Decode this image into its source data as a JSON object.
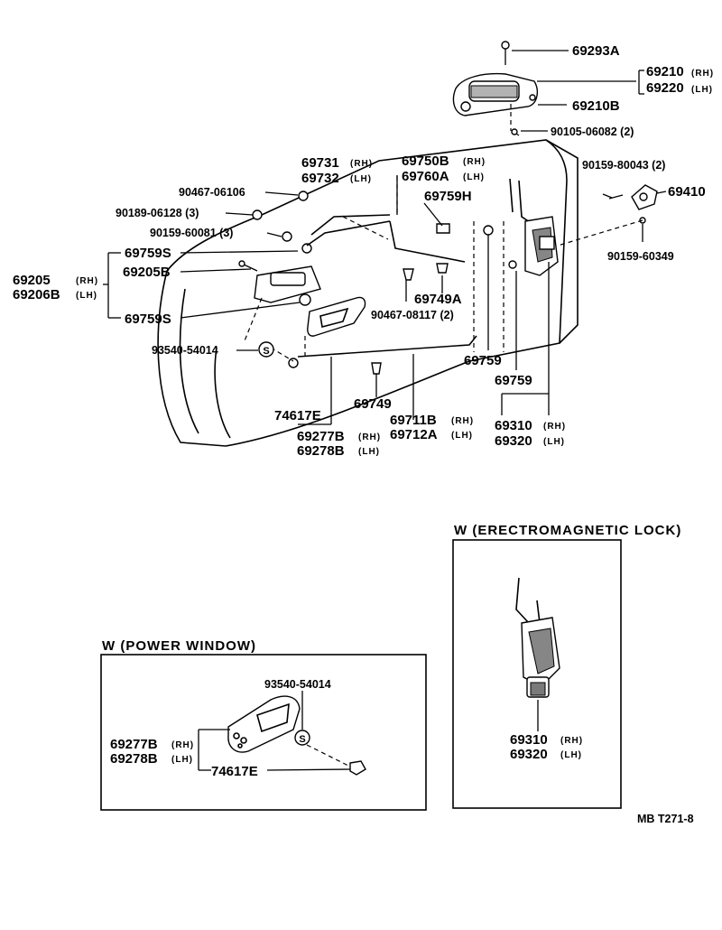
{
  "labels": {
    "p69293A": "69293A",
    "p69210": "69210",
    "p69220": "69220",
    "p69210B": "69210B",
    "p90105": "90105-06082 (2)",
    "p69731": "69731",
    "p69732": "69732",
    "p69750B": "69750B",
    "p69760A": "69760A",
    "p90159_80043": "90159-80043 (2)",
    "p69410": "69410",
    "p90467_06106": "90467-06106",
    "p69759H": "69759H",
    "p90189": "90189-06128 (3)",
    "p90159_60081": "90159-60081 (3)",
    "p90159_60349": "90159-60349",
    "p69759S_a": "69759S",
    "p69205B": "69205B",
    "p69205": "69205",
    "p69206B": "69206B",
    "p69749A": "69749A",
    "p90467_08117": "90467-08117 (2)",
    "p69759S_b": "69759S",
    "p93540": "93540-54014",
    "p69759_a": "69759",
    "p69759_b": "69759",
    "p69749": "69749",
    "p74617E": "74617E",
    "p69711B": "69711B",
    "p69712A": "69712A",
    "p69310": "69310",
    "p69320": "69320",
    "p69277B": "69277B",
    "p69278B": "69278B"
  },
  "tags": {
    "rh": "(RH)",
    "lh": "(LH)"
  },
  "inset_power": {
    "title": "W (POWER WINDOW)",
    "p93540": "93540-54014",
    "p69277B": "69277B",
    "p69278B": "69278B",
    "p74617E": "74617E"
  },
  "inset_lock": {
    "title": "W (ERECTROMAGNETIC LOCK)",
    "p69310": "69310",
    "p69320": "69320"
  },
  "footer": {
    "code": "MB  T271-8"
  }
}
